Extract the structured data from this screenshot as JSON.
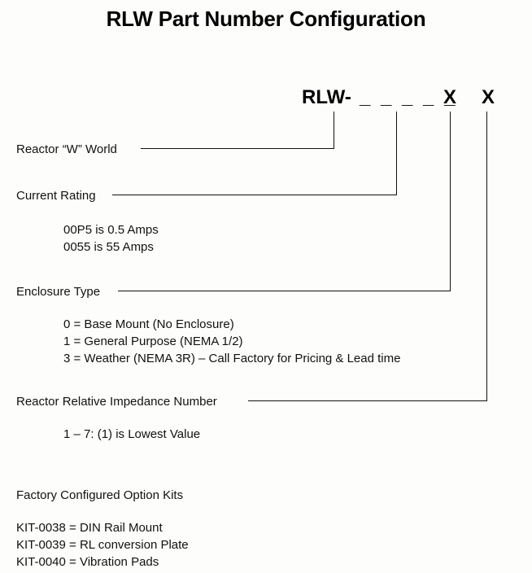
{
  "document": {
    "title": "RLW Part Number Configuration"
  },
  "part_number": {
    "prefix": "RLW-",
    "blanks": "_ _ _ _ _",
    "enclosure_digit": "X",
    "impedance_digit": "X"
  },
  "callouts": [
    {
      "label": "Reactor “W” World",
      "details": []
    },
    {
      "label": "Current Rating",
      "details": [
        "00P5 is 0.5 Amps",
        "0055 is 55 Amps"
      ]
    },
    {
      "label": "Enclosure Type",
      "details": [
        "0 = Base Mount (No Enclosure)",
        "1 = General Purpose (NEMA 1/2)",
        "3 = Weather (NEMA 3R) – Call Factory for Pricing & Lead time"
      ]
    },
    {
      "label": "Reactor Relative Impedance Number",
      "details": [
        "1 – 7: (1) is Lowest Value"
      ]
    }
  ],
  "option_kits": {
    "heading": "Factory Configured Option Kits",
    "items": [
      "KIT-0038 = DIN Rail Mount",
      "KIT-0039 = RL conversion Plate",
      "KIT-0040 = Vibration Pads"
    ]
  },
  "colors": {
    "background": "#fdfdfb",
    "text": "#111111",
    "line": "#111111"
  }
}
